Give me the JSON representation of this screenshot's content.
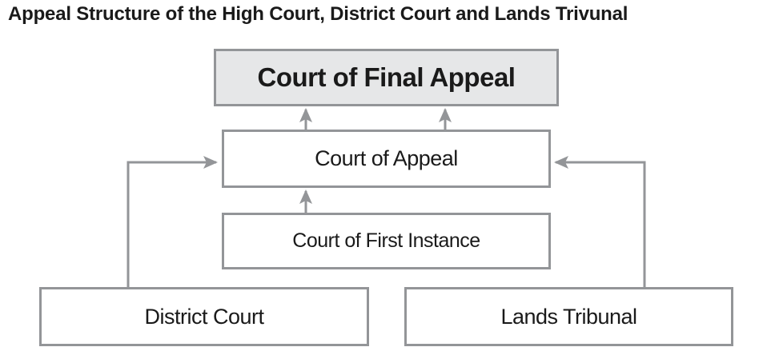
{
  "title": "Appeal Structure of the High Court, District Court and Lands Trivunal",
  "nodes": {
    "final": "Court of Final Appeal",
    "appeal": "Court of Appeal",
    "first": "Court of First Instance",
    "district": "District Court",
    "lands": "Lands Tribunal"
  },
  "colors": {
    "line": "#939598",
    "final_fill": "#e6e7e8"
  }
}
